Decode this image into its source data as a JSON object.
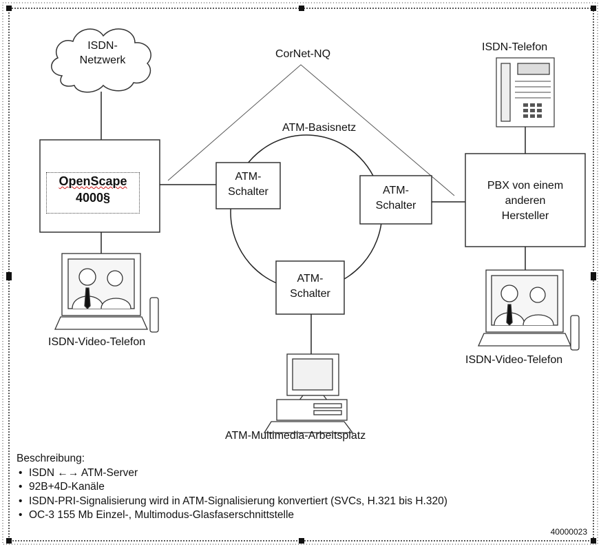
{
  "diagram": {
    "isdn_cloud": [
      "ISDN-",
      "Netzwerk"
    ],
    "cornet": "CorNet-NQ",
    "atm_net": "ATM-Basisnetz",
    "openscape": [
      "OpenScape",
      "4000§"
    ],
    "switch_left": [
      "ATM-",
      "Schalter"
    ],
    "switch_right": [
      "ATM-",
      "Schalter"
    ],
    "switch_bottom": [
      "ATM-",
      "Schalter"
    ],
    "pbx": [
      "PBX von einem",
      "anderen",
      "Hersteller"
    ],
    "isdn_phone": "ISDN-Telefon",
    "video_left": "ISDN-Video-Telefon",
    "video_right": "ISDN-Video-Telefon",
    "workstation": "ATM-Multimedia-Arbeitsplatz"
  },
  "legend": {
    "title": "Beschreibung:",
    "bullet": "•",
    "item1_a": "ISDN",
    "item1_arrow": "←→",
    "item1_b": "ATM-Server",
    "items": [
      "92B+4D-Kanäle",
      "ISDN-PRI-Signalisierung wird in ATM-Signalisierung konvertiert (SVCs, H.321 bis H.320)",
      "OC-3 155 Mb Einzel-, Multimodus-Glasfaserschnittstelle"
    ]
  },
  "figure_code": "40000023"
}
